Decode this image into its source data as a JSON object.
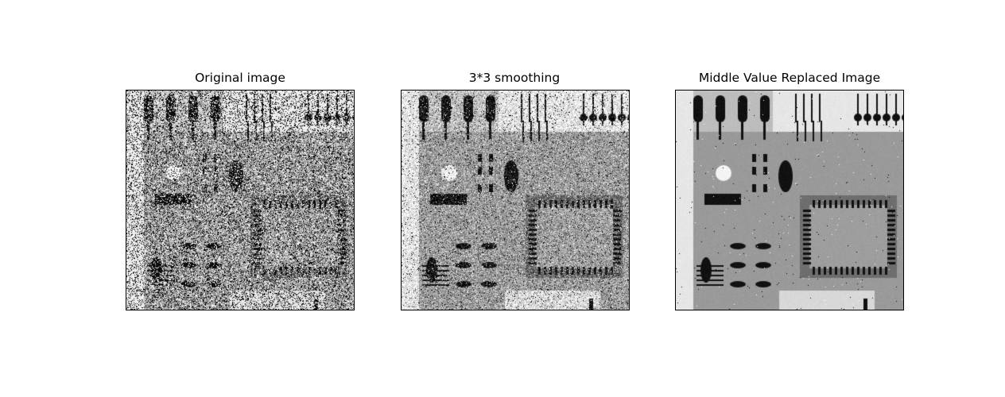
{
  "panels": [
    {
      "title": "Original image",
      "noise": "salt-pepper-heavy"
    },
    {
      "title": "3*3 smoothing",
      "noise": "smoothed"
    },
    {
      "title": "Middle Value Replaced Image",
      "noise": "median-clean"
    }
  ],
  "colors": {
    "background": "#ffffff",
    "frame": "#000000"
  }
}
